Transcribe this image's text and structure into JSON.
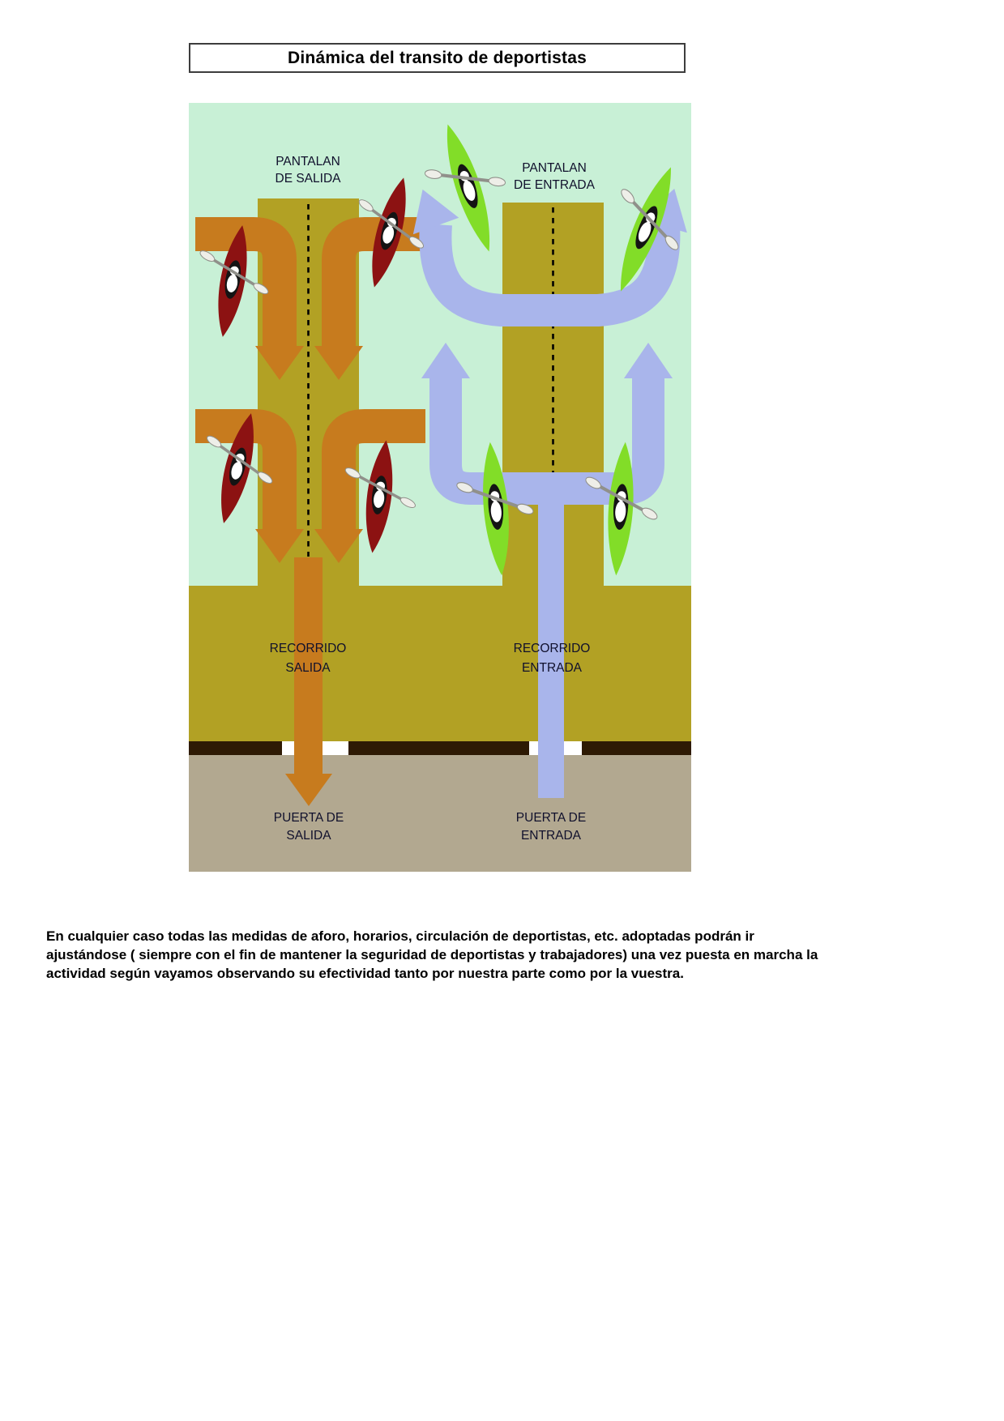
{
  "title": "Dinámica del transito de deportistas",
  "paragraph": "En cualquier caso todas las medidas de aforo, horarios, circulación de deportistas, etc. adoptadas podrán ir ajustándose ( siempre con el fin de mantener la seguridad de deportistas y trabajadores) una vez puesta en marcha la actividad según vayamos observando su efectividad tanto por nuestra parte como por la vuestra.",
  "diagram": {
    "colors": {
      "water": "#c8f0d6",
      "land": "#b2a124",
      "ground": "#b2a890",
      "wall": "#2e1a04",
      "exit_flow": "#c77b1e",
      "entry_flow": "#a9b5eb",
      "kayak_exit": "#8c1212",
      "kayak_entry": "#82dd28",
      "centerline": "#000000",
      "label": "#10102c"
    },
    "labels": {
      "pantalan_salida": [
        "PANTALAN",
        "DE SALIDA"
      ],
      "pantalan_entrada": [
        "PANTALAN",
        "DE ENTRADA"
      ],
      "recorrido_salida": [
        "RECORRIDO",
        "SALIDA"
      ],
      "recorrido_entrada": [
        "RECORRIDO",
        "ENTRADA"
      ],
      "puerta_salida": [
        "PUERTA DE",
        "SALIDA"
      ],
      "puerta_entrada": [
        "PUERTA DE",
        "ENTRADA"
      ]
    }
  }
}
